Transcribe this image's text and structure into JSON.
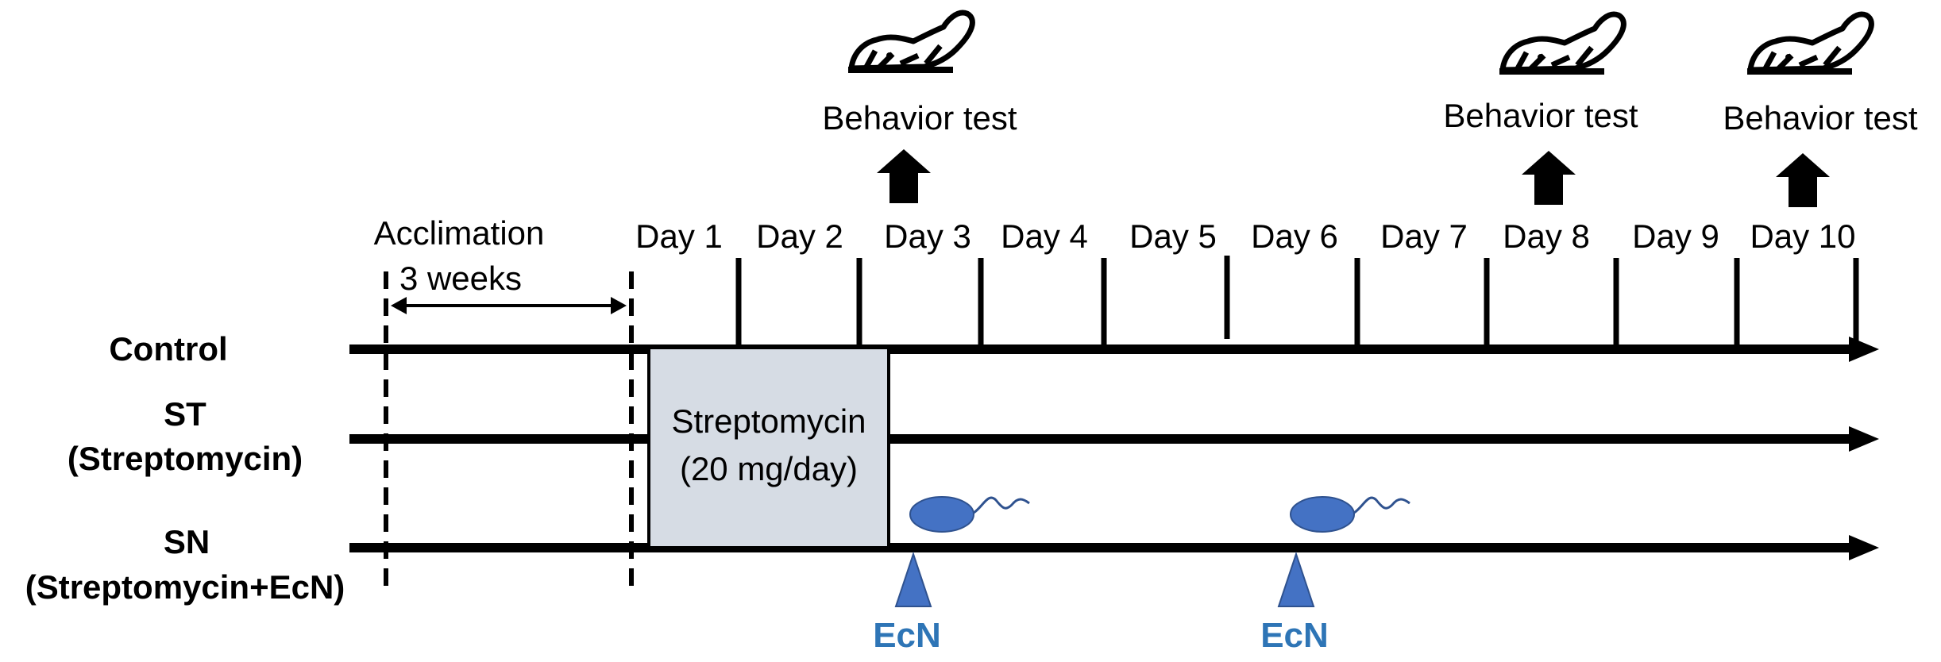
{
  "acclimation": {
    "label": "Acclimation",
    "duration": "3 weeks"
  },
  "days": [
    "Day 1",
    "Day 2",
    "Day 3",
    "Day 4",
    "Day 5",
    "Day 6",
    "Day 7",
    "Day 8",
    "Day 9",
    "Day 10"
  ],
  "behavior_tests": [
    "Behavior test",
    "Behavior test",
    "Behavior test"
  ],
  "groups": {
    "control": {
      "name": "Control"
    },
    "st": {
      "name": "ST",
      "detail": "(Streptomycin)"
    },
    "sn": {
      "name": "SN",
      "detail": "(Streptomycin+EcN)"
    }
  },
  "treatment": {
    "drug": "Streptomycin",
    "dose": "(20 mg/day)"
  },
  "ecn": {
    "labels": [
      "EcN",
      "EcN"
    ]
  },
  "colors": {
    "ecn_blue": "#2E75B6",
    "bacterium_fill": "#4472C4",
    "box_fill": "#D6DCE4",
    "line": "#000000"
  },
  "icons": {
    "mouse": "mouse-icon",
    "arrow": "up-arrow-icon",
    "bacterium": "bacterium-icon",
    "marker": "triangle-marker-icon"
  }
}
